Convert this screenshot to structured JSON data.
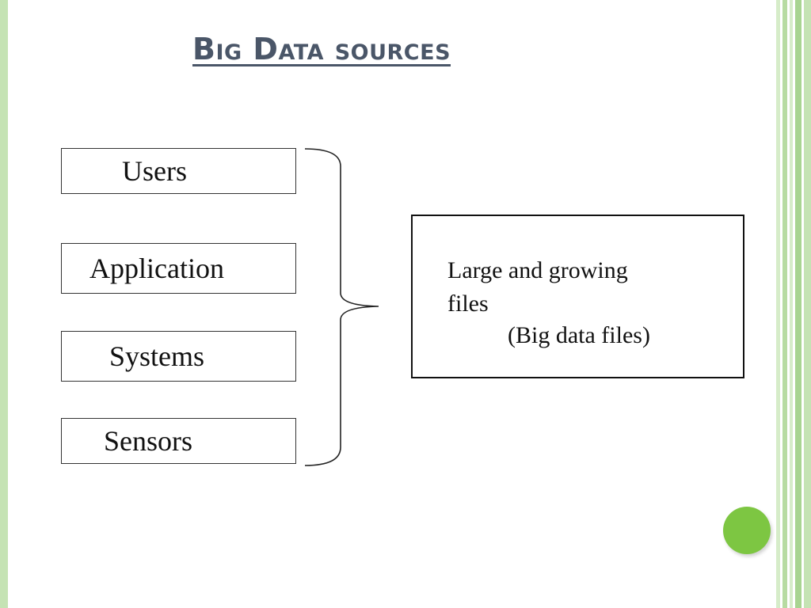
{
  "slide": {
    "title": "Big Data sources",
    "sources": [
      {
        "label": "Users"
      },
      {
        "label": "Application"
      },
      {
        "label": "Systems"
      },
      {
        "label": "Sensors"
      }
    ],
    "result": {
      "line1": "Large and growing",
      "line2": "files",
      "line3": "(Big data files)"
    }
  },
  "colors": {
    "title": "#4a5668",
    "accent_green": "#7dc642",
    "strip_green": "#c5e3b4"
  }
}
